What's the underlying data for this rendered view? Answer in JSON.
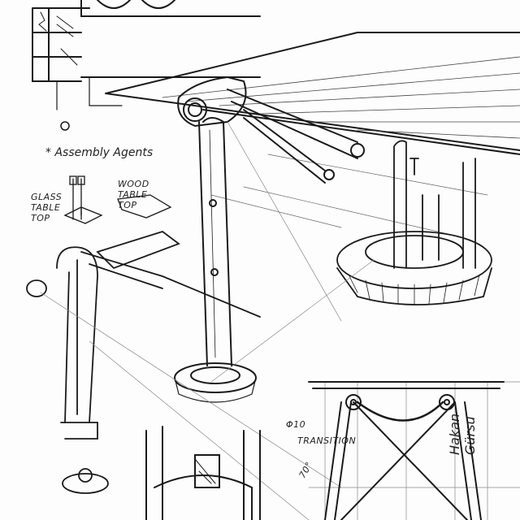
{
  "labels": {
    "assembly": "* Assembly Agents",
    "glass_top": "GLASS TABLE TOP",
    "wood_top": "WOOD TABLE TOP",
    "diameter": "Φ10",
    "transition": "TRANSITION",
    "angle": "70°",
    "signature": "Hakan Gürsu"
  },
  "colors": {
    "ink": "#1a1a1a",
    "paper": "#fdfdfd",
    "guide": "#888888"
  }
}
